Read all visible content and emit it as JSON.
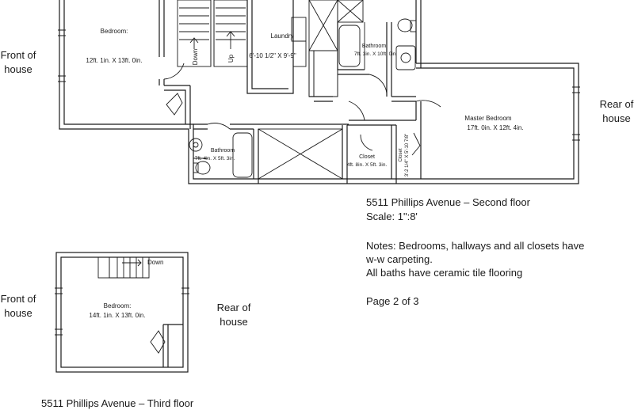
{
  "second_floor": {
    "title": "5511 Phillips Avenue – Second floor",
    "scale": "Scale: 1\":8'",
    "notes_line1": "Notes: Bedrooms, hallways and all closets have",
    "notes_line2": "w-w carpeting.",
    "notes_line3": "All baths have ceramic tile flooring",
    "page": "Page 2 of 3",
    "front_line1": "Front of",
    "front_line2": "house",
    "rear_line1": "Rear of",
    "rear_line2": "house",
    "rooms": {
      "bedroom_name": "Bedroom:",
      "bedroom_size": "12ft. 1in. X 13ft. 0in.",
      "laundry_name": "Laundry",
      "laundry_size": "6'-10 1/2\" X 9'-9\"",
      "bath_upper_name": "Bathroom",
      "bath_upper_size": "7ft. 3in. X 10ft. 0in.",
      "master_name": "Master Bedroom",
      "master_size": "17ft. 0in. X 12ft. 4in.",
      "bath_lower_name": "Bathroom",
      "bath_lower_size": "7ft. 4in. X 5ft. 3in.",
      "closet_name": "Closet",
      "closet_size": "4ft. 8in. X 5ft. 3in.",
      "closet_small_name": "Closet",
      "closet_small_size": "3'-2 1/4\" X 5'-10 7/8\""
    },
    "stairs": {
      "down": "Down",
      "up": "Up"
    }
  },
  "third_floor": {
    "title": "5511 Phillips Avenue – Third floor",
    "front_line1": "Front of",
    "front_line2": "house",
    "rear_line1": "Rear of",
    "rear_line2": "house",
    "bedroom_name": "Bedroom:",
    "bedroom_size": "14ft. 1in. X 13ft. 0in.",
    "stairs_down": "Down"
  },
  "colors": {
    "wall": "#1a1a1a",
    "background": "#ffffff"
  }
}
